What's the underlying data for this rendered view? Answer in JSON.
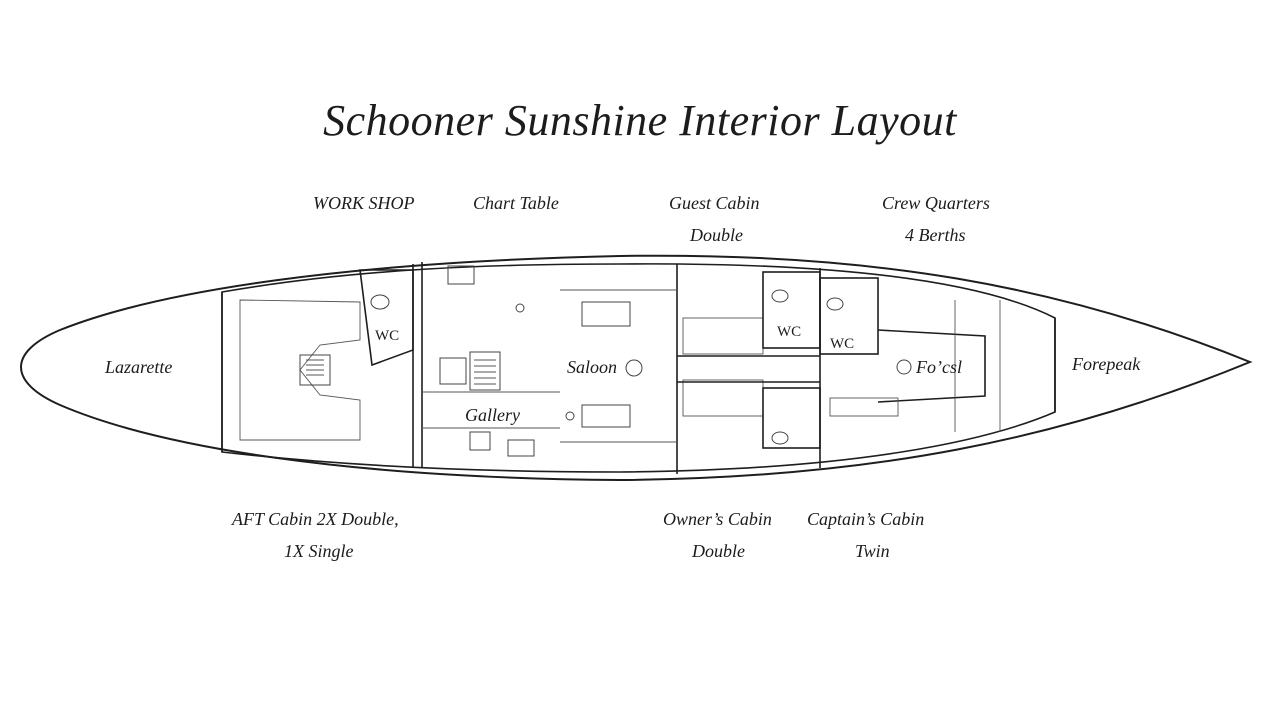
{
  "title": "Schooner Sunshine Interior Layout",
  "labels_top": {
    "work_shop": "WORK SHOP",
    "chart_table": "Chart Table",
    "guest_cabin_line1": "Guest Cabin",
    "guest_cabin_line2": "Double",
    "crew_quarters_line1": "Crew Quarters",
    "crew_quarters_line2": "4 Berths"
  },
  "labels_inside": {
    "lazarette": "Lazarette",
    "saloon": "Saloon",
    "gallery": "Gallery",
    "focsl": "Fo’csl",
    "forepeak": "Forepeak",
    "wc": "WC"
  },
  "labels_bottom": {
    "aft_cabin_line1": "AFT Cabin 2X Double,",
    "aft_cabin_line2": "1X Single",
    "owners_cabin_line1": "Owner’s Cabin",
    "owners_cabin_line2": "Double",
    "captains_cabin_line1": "Captain’s Cabin",
    "captains_cabin_line2": "Twin"
  }
}
